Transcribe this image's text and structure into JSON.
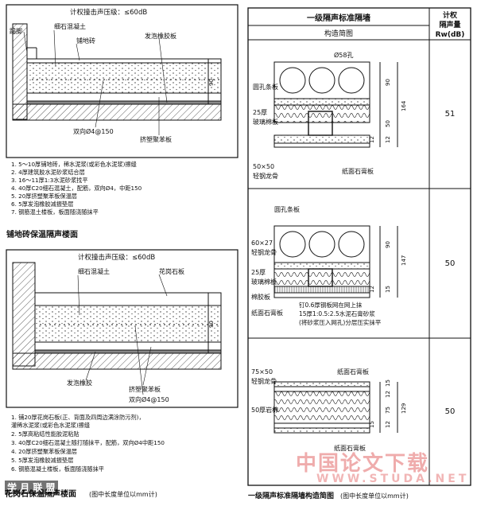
{
  "left_top": {
    "impact": "计权撞击声压级：≤60dB",
    "parts": [
      "踢脚",
      "细石混凝土",
      "铺地砖",
      "发泡橡胶板",
      "双向Ø4@150",
      "挤塑聚苯板"
    ],
    "dim": "90",
    "notes": [
      "1. 5～10厚铺地砖，稀水泥浆(或彩色水泥浆)擦缝",
      "2. 4厚建筑胶水泥砂浆结合层",
      "3. 16～11厚1:3水泥砂浆找平",
      "4. 40厚C20细石混凝土，配筋，双向Ø4，中距150",
      "5. 20厚挤塑聚苯板保温层",
      "6. 5厚发泡橡胶减振垫层",
      "7. 钢筋混土楼板，板面随浇随抹平"
    ],
    "caption": "铺地砖保温隔声楼面"
  },
  "left_bottom": {
    "impact": "计权撞击声压级：≤60dB",
    "parts": [
      "细石混凝土",
      "花岗石板",
      "发泡橡胶",
      "挤塑聚苯板",
      "双向Ø4@150"
    ],
    "dim": "90",
    "notes": [
      "1. 铺20厚花岗石板(正、背面及四周边满涂防污剂)，",
      "   灌稀水泥浆(或彩色水泥浆)擦缝",
      "2. 5厚高粘结性能胶泥粘贴",
      "3. 40厚C20细石混凝土随打随抹平，配筋，双向Ø4中距150",
      "4. 20厚挤塑聚苯板保温层",
      "5. 5厚发泡橡胶减振垫层",
      "6. 钢筋混凝土楼板，板面随浇随抹平"
    ],
    "caption": "花岗石保温隔声楼面",
    "caption_note": "(图中长度单位以mm计)"
  },
  "right": {
    "header_title": "一级隔声标准隔墙",
    "header_sub": "构造简图",
    "header_rating": [
      "计权",
      "隔声量",
      "Rw(dB)"
    ],
    "rows": [
      {
        "rating": "51",
        "labels": [
          "Ø58孔",
          "圆孔条板",
          "25厚",
          "玻璃棉板",
          "50×50",
          "轻钢龙骨",
          "纸面石膏板"
        ],
        "dims": [
          "164",
          "90",
          "50",
          "12",
          "12"
        ]
      },
      {
        "rating": "50",
        "labels": [
          "圆孔条板",
          "60×27",
          "轻钢龙骨",
          "25厚",
          "玻璃棉板",
          "棉胶板",
          "纸面石膏板",
          "钉0.6厚钢板网在网上抹",
          "15厚1:0.5:2.5水泥石膏砂浆",
          "(将砂浆压入网孔)分层压实抹平"
        ],
        "dims": [
          "147",
          "90",
          "15",
          "12"
        ]
      },
      {
        "rating": "50",
        "labels": [
          "75×50",
          "轻钢龙骨",
          "纸面石膏板",
          "50厚岩棉",
          "纸面石膏板"
        ],
        "dims": [
          "15",
          "12",
          "75",
          "12",
          "15",
          "129"
        ]
      }
    ],
    "caption": "一级隔声标准隔墙构造简图",
    "caption_note": "(图中长度单位以mm计)"
  },
  "watermark": {
    "cn": "中国论文下载",
    "en": "WWW.STUDA.NET",
    "corner": "学 月 联 盟"
  }
}
